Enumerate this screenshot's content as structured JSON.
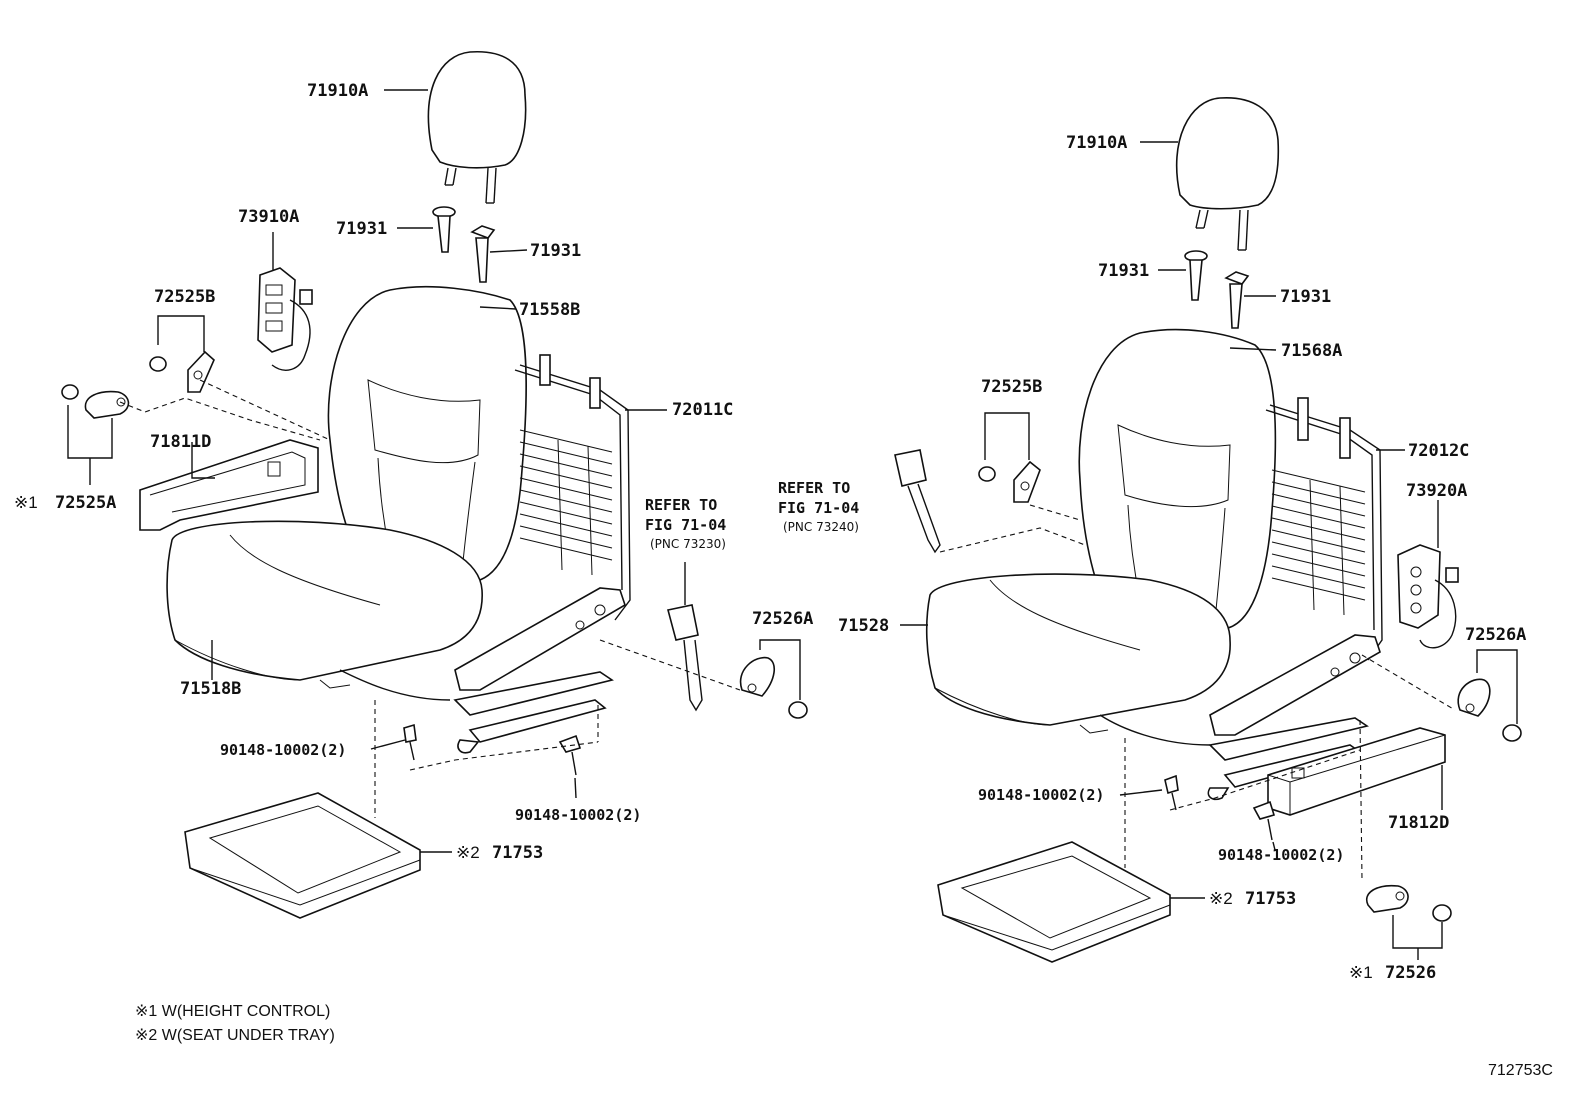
{
  "left": {
    "headrest": "71910A",
    "guide_a": "71931",
    "guide_b": "71931",
    "switch": "73910A",
    "cover_pair": "72525B",
    "back_cover": "71558B",
    "back_frame": "72011C",
    "side_cover": "71811D",
    "knob_mark": "※1",
    "knob": "72525A",
    "cushion": "71518B",
    "bolt_a": "90148-10002(2)",
    "bolt_b": "90148-10002(2)",
    "belt_ref_1": "REFER TO",
    "belt_ref_2": "FIG 71-04",
    "belt_ref_3": "(PNC 73230)",
    "adjuster_cover": "72526A",
    "tray_mark": "※2",
    "tray": "71753"
  },
  "right": {
    "headrest": "71910A",
    "guide_a": "71931",
    "guide_b": "71931",
    "back_cover": "71568A",
    "cover_pair": "72525B",
    "back_frame": "72012C",
    "switch": "73920A",
    "belt_ref_1": "REFER TO",
    "belt_ref_2": "FIG 71-04",
    "belt_ref_3": "(PNC 73240)",
    "cushion": "71528",
    "adjuster_cover": "72526A",
    "bolt_a": "90148-10002(2)",
    "side_cover": "71812D",
    "bolt_b": "90148-10002(2)",
    "tray_mark": "※2",
    "tray": "71753",
    "knob_mark": "※1",
    "knob": "72526"
  },
  "notes": {
    "note1": "※1  W(HEIGHT CONTROL)",
    "note2": "※2  W(SEAT UNDER TRAY)"
  },
  "figure_code": "712753C"
}
